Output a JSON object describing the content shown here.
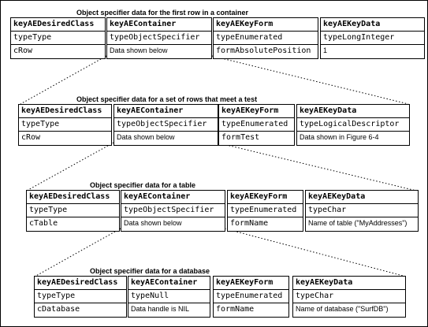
{
  "sections": [
    {
      "title": "Object specifier data for the first row in a container",
      "columns": [
        {
          "header": "keyAEDesiredClass",
          "type": "typeType",
          "value": "cRow"
        },
        {
          "header": "keyAEContainer",
          "type": "typeObjectSpecifier",
          "value": "Data shown below"
        },
        {
          "header": "keyAEKeyForm",
          "type": "typeEnumerated",
          "value": "formAbsolutePosition"
        },
        {
          "header": "keyAEKeyData",
          "type": "typeLongInteger",
          "value": "1"
        }
      ]
    },
    {
      "title": "Object specifier data for a set of rows that meet a test",
      "columns": [
        {
          "header": "keyAEDesiredClass",
          "type": "typeType",
          "value": "cRow"
        },
        {
          "header": "keyAEContainer",
          "type": "typeObjectSpecifier",
          "value": "Data shown below"
        },
        {
          "header": "keyAEKeyForm",
          "type": "typeEnumerated",
          "value": "formTest"
        },
        {
          "header": "keyAEKeyData",
          "type": "typeLogicalDescriptor",
          "value": "Data shown in Figure 6-4"
        }
      ]
    },
    {
      "title": "Object specifier data for a table",
      "columns": [
        {
          "header": "keyAEDesiredClass",
          "type": "typeType",
          "value": "cTable"
        },
        {
          "header": "keyAEContainer",
          "type": "typeObjectSpecifier",
          "value": "Data shown below"
        },
        {
          "header": "keyAEKeyForm",
          "type": "typeEnumerated",
          "value": "formName"
        },
        {
          "header": "keyAEKeyData",
          "type": "typeChar",
          "value": "Name of table (\"MyAddresses\")"
        }
      ]
    },
    {
      "title": "Object specifier data for a database",
      "columns": [
        {
          "header": "keyAEDesiredClass",
          "type": "typeType",
          "value": "cDatabase"
        },
        {
          "header": "keyAEContainer",
          "type": "typeNull",
          "value": "Data handle is NIL"
        },
        {
          "header": "keyAEKeyForm",
          "type": "typeEnumerated",
          "value": "formName"
        },
        {
          "header": "keyAEKeyData",
          "type": "typeChar",
          "value": "Name of database (\"SurfDB\")"
        }
      ]
    }
  ]
}
